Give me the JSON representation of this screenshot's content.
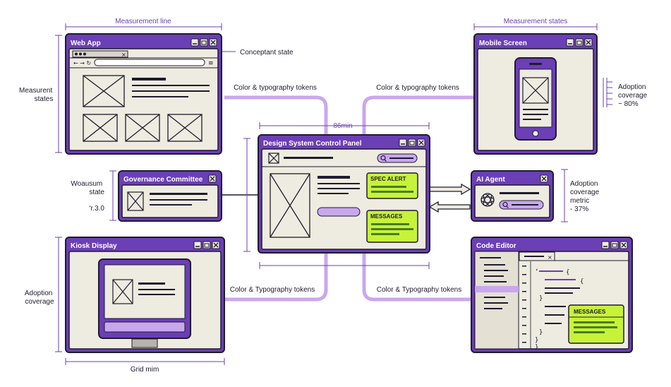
{
  "colors": {
    "window_frame": "#6b3fb5",
    "window_body": "#eeebe0",
    "connector": "#c9a7ee",
    "dark": "#1e1b2e",
    "accent_lime": "#c7f23a",
    "pill": "#c9a7ee",
    "annotation": "#6b3fb5"
  },
  "windows": {
    "web_app": {
      "title": "Web App"
    },
    "mobile_screen": {
      "title": "Mobile Screen"
    },
    "control_panel": {
      "title": "Design System Control Panel"
    },
    "governance": {
      "title": "Governance Committee"
    },
    "ai_agent": {
      "title": "AI Agent"
    },
    "kiosk": {
      "title": "Kiosk Display"
    },
    "code_editor": {
      "title": "Code Editor"
    }
  },
  "chips": {
    "spec_alert": "SPEC ALERT",
    "messages_panel": "MESSAGES",
    "messages_editor": "MESSAGES"
  },
  "connectors": {
    "top_left": "Color & typography tokens",
    "top_right": "Color & typography tokens",
    "bottom_left": "Color & Typography tokens",
    "bottom_right": "Color & Typography tokens"
  },
  "annotations": {
    "measurement_line": "Measurement line",
    "measurement_states_top": "Measurement states",
    "conceptant_state": "Conceptant state",
    "measurent_states": [
      "Measurent",
      "states"
    ],
    "adoption_coverage_80": [
      "Adoption",
      "coverage",
      "~ 80%"
    ],
    "woausum_state": [
      "Woausum",
      "state"
    ],
    "version": "ʻr.3.0",
    "adoption_metric_37": [
      "Adoption",
      "coverage",
      "metric",
      "- 37%"
    ],
    "adoption_coverage": [
      "Adoption",
      "coverage"
    ],
    "center_dim": "86min",
    "grid_mim": "Grid mim"
  },
  "code_editor": {
    "braces": [
      "{",
      "{",
      "}",
      "}",
      "}",
      "}"
    ]
  }
}
